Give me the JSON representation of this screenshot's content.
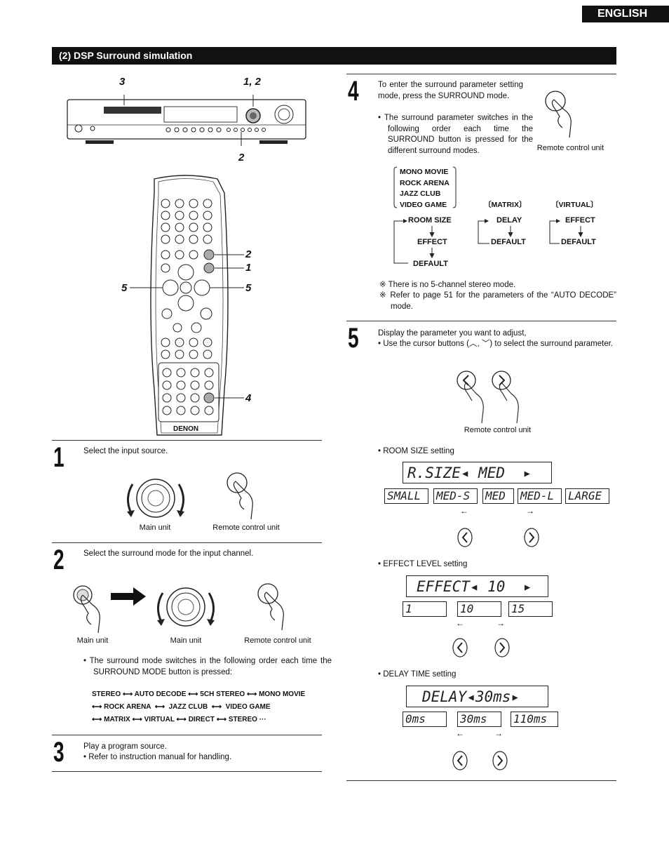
{
  "header": {
    "language": "ENGLISH",
    "section_title": "(2) DSP Surround simulation"
  },
  "figure": {
    "callouts": {
      "c3": "3",
      "c12": "1, 2",
      "c2_main": "2",
      "c2_rem": "2",
      "c1_rem": "1",
      "c5_left": "5",
      "c5_right": "5",
      "c4_rem": "4"
    },
    "brand": "DENON"
  },
  "steps": {
    "s1": {
      "num": "1",
      "text": "Select the input source.",
      "cap_main": "Main unit",
      "cap_remote": "Remote control unit"
    },
    "s2": {
      "num": "2",
      "text": "Select the surround mode for the input channel.",
      "cap_main1": "Main unit",
      "cap_main2": "Main unit",
      "cap_remote": "Remote control unit",
      "bullet": "The surround mode switches in the following order each time the SURROUND MODE button is pressed:",
      "seq_line1": [
        "STEREO",
        "AUTO DECODE",
        "5CH STEREO",
        "MONO MOVIE"
      ],
      "seq_line2": [
        "ROCK ARENA",
        "JAZZ CLUB",
        "VIDEO GAME"
      ],
      "seq_line3": [
        "MATRIX",
        "VIRTUAL",
        "DIRECT",
        "STEREO ···"
      ]
    },
    "s3": {
      "num": "3",
      "text": "Play a program source.",
      "bullet": "Refer to instruction manual for handling."
    },
    "s4": {
      "num": "4",
      "text": "To enter the surround parameter setting mode, press the SURROUND mode.",
      "bullet": "The surround parameter switches in the following order each time the SURROUND button is pressed for the different surround modes.",
      "cap_remote": "Remote control unit",
      "group1_modes": [
        "MONO MOVIE",
        "ROCK ARENA",
        "JAZZ CLUB",
        "VIDEO GAME"
      ],
      "group1_chain": [
        "ROOM SIZE",
        "EFFECT",
        "DEFAULT"
      ],
      "group2_mode": "MATRIX",
      "group2_chain": [
        "DELAY",
        "DEFAULT"
      ],
      "group3_mode": "VIRTUAL",
      "group3_chain": [
        "EFFECT",
        "DEFAULT"
      ],
      "note1": "There is no 5-channel stereo mode.",
      "note2": "Refer to page 51 for the parameters of the “AUTO DECODE” mode.",
      "note_mark": "※"
    },
    "s5": {
      "num": "5",
      "text": "Display the parameter you want to adjust,",
      "bullet": "Use the cursor buttons (︿, ﹀) to select the surround parameter.",
      "cap_remote": "Remote control unit",
      "room": {
        "label": "ROOM SIZE setting",
        "display": "R.SIZE◂ MED  ▸",
        "options": [
          "SMALL",
          "MED-S",
          "MED",
          "MED-L",
          "LARGE"
        ]
      },
      "effect": {
        "label": "EFFECT LEVEL setting",
        "display": "EFFECT◂ 10  ▸",
        "options": [
          "1",
          "10",
          "15"
        ]
      },
      "delay": {
        "label": "DELAY TIME setting",
        "display": "DELAY◂30ms▸",
        "options": [
          "0ms",
          "30ms",
          "110ms"
        ]
      },
      "arrow_left": "←",
      "arrow_right": "→"
    }
  }
}
